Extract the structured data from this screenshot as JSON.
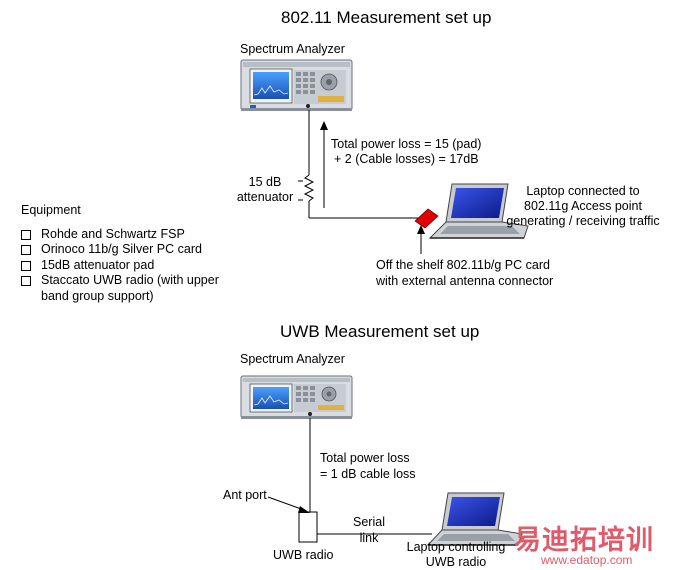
{
  "top_title": "802.11 Measurement set up",
  "bottom_title": "UWB Measurement set up",
  "top_setup": {
    "analyzer_label": "Spectrum Analyzer",
    "power_loss": [
      "Total power loss = 15 (pad)",
      "+ 2 (Cable losses) = 17dB"
    ],
    "attenuator": [
      "15 dB",
      "attenuator"
    ],
    "laptop": [
      "Laptop connected to",
      "802.11g Access point",
      "generating / receiving traffic"
    ],
    "pc_card": [
      "Off the shelf 802.11b/g PC card",
      "with external antenna connector"
    ]
  },
  "equipment": {
    "heading": "Equipment",
    "items": [
      "Rohde and Schwartz FSP",
      "Orinoco 11b/g Silver PC card",
      "15dB attenuator pad",
      "Staccato UWB radio (with upper band group support)"
    ]
  },
  "bottom_setup": {
    "analyzer_label": "Spectrum Analyzer",
    "power_loss": [
      "Total power loss",
      "= 1 dB cable loss"
    ],
    "ant_port": "Ant port",
    "uwb_radio": "UWB radio",
    "serial_link": [
      "Serial",
      "link"
    ],
    "laptop": [
      "Laptop controlling",
      "UWB radio"
    ]
  },
  "watermark": {
    "main": "易迪拓培训",
    "url": "www.edatop.com"
  },
  "colors": {
    "analyzer_body": "#d9dde2",
    "analyzer_screen": "#2a6fd6",
    "laptop_screen": "#1a2fb8",
    "pc_card": "#e00000",
    "watermark": "#e05a6a"
  }
}
